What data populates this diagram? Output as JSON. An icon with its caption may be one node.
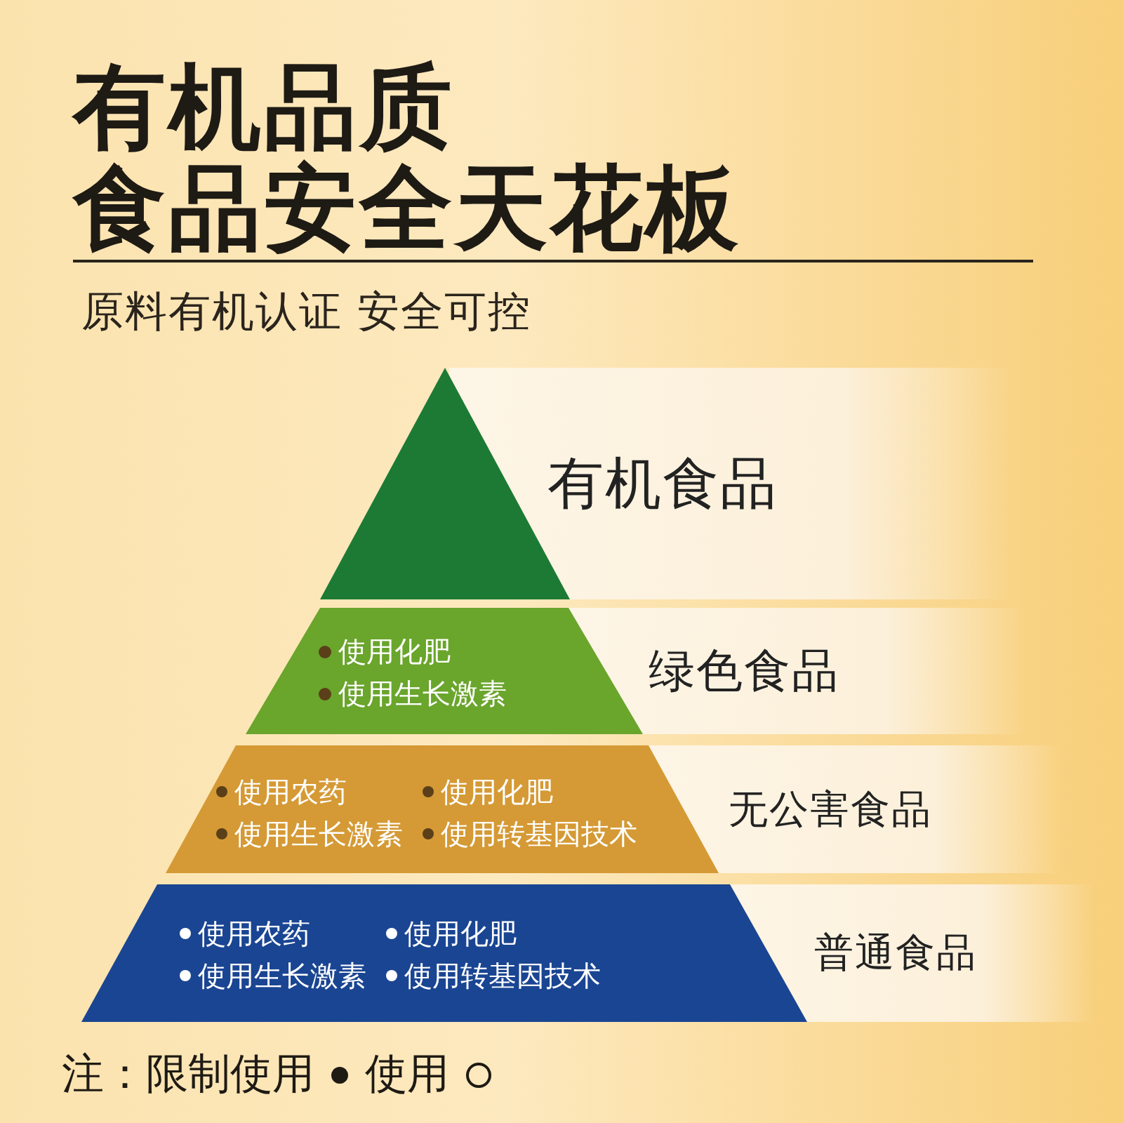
{
  "diagram": {
    "title": "有机品质",
    "nodes": [
      {
        "text": [],
        "shape": "triangle",
        "beside": [
          "有机食品"
        ]
      },
      {
        "text": [
          "使用化肥",
          "使用生长激素"
        ],
        "beside": [
          "绿色食品"
        ]
      },
      {
        "text": [
          "使用农药",
          "使用化肥",
          "使用生长激素",
          "使用转基因技术"
        ],
        "beside": [
          "无公害食品"
        ]
      },
      {
        "text": [
          "使用农药",
          "使用化肥",
          "使用生长激素",
          "使用转基因技术"
        ],
        "beside": [
          "普通食品"
        ]
      }
    ],
    "labels": [
      "食品安全天花板",
      "原料有机认证 安全可控",
      "注："
    ],
    "legend": [
      {
        "text": "限制使用"
      },
      {
        "text": "使用"
      }
    ]
  }
}
